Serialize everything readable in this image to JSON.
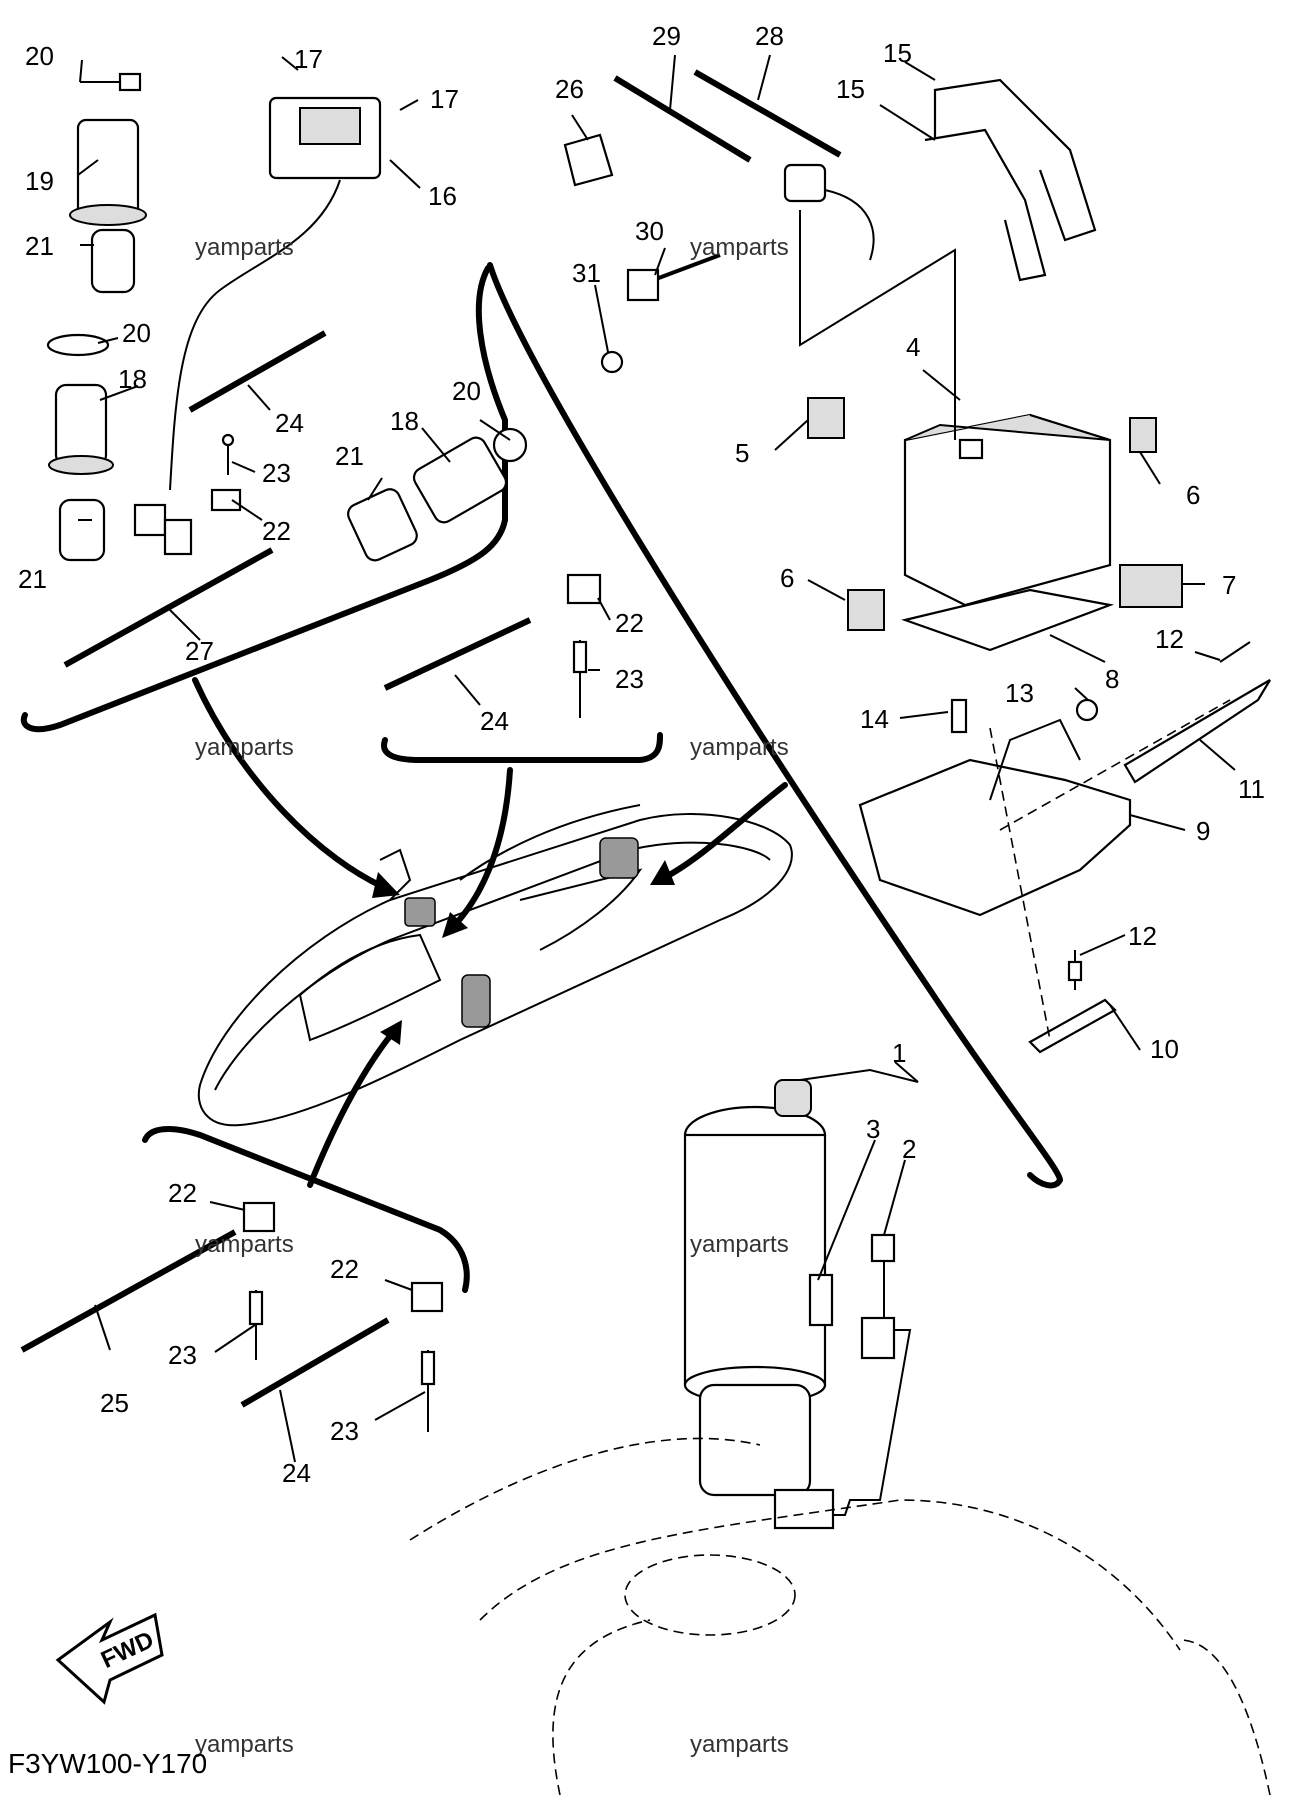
{
  "callouts": [
    "1",
    "2",
    "3",
    "4",
    "5",
    "6",
    "6",
    "7",
    "8",
    "9",
    "10",
    "11",
    "12",
    "12",
    "13",
    "14",
    "15",
    "15",
    "16",
    "17",
    "17",
    "18",
    "18",
    "19",
    "20",
    "20",
    "20",
    "21",
    "21",
    "21",
    "22",
    "22",
    "22",
    "22",
    "23",
    "23",
    "23",
    "23",
    "24",
    "24",
    "24",
    "24",
    "25",
    "26",
    "27",
    "28",
    "29",
    "30",
    "31"
  ],
  "watermark": "yamparts",
  "fwd_label": "FWD",
  "diagram_code": "F3YW100-Y170"
}
